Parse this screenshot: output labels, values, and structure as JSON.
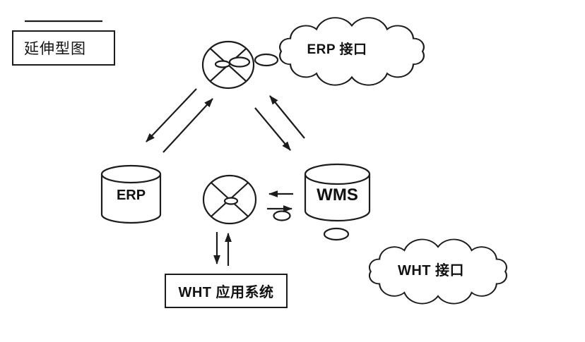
{
  "page": {
    "background": "#ffffff",
    "stroke_color": "#1c1c1c"
  },
  "legend": {
    "label": "延伸型图"
  },
  "nodes": {
    "erp_interface_cloud": {
      "label": "ERP 接口",
      "type": "cloud"
    },
    "wht_interface_cloud": {
      "label": "WHT 接口",
      "type": "cloud"
    },
    "erp_database": {
      "label": "ERP",
      "type": "cylinder"
    },
    "wms_database": {
      "label": "WMS",
      "type": "cylinder"
    },
    "wht_application": {
      "label": "WHT 应用系统",
      "type": "rectangle"
    },
    "top_connector": {
      "type": "crossed-circle"
    },
    "middle_connector": {
      "type": "crossed-circle"
    }
  },
  "connections": [
    {
      "from": "top_connector",
      "to": "erp_database",
      "direction": "both"
    },
    {
      "from": "top_connector",
      "to": "wms_database",
      "direction": "both"
    },
    {
      "from": "wms_database",
      "to": "middle_connector",
      "direction": "both"
    },
    {
      "from": "middle_connector",
      "to": "wht_application",
      "direction": "both"
    },
    {
      "from": "top_connector",
      "to": "erp_interface_cloud",
      "direction": "thought-link"
    },
    {
      "from": "wms_database",
      "to": "wht_interface_cloud",
      "direction": "thought-link"
    }
  ]
}
